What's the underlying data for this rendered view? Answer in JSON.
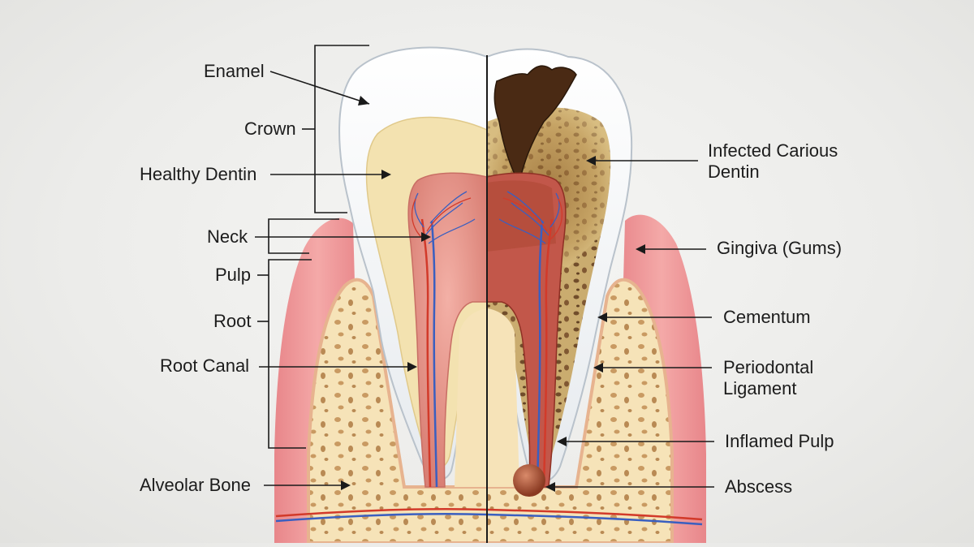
{
  "labels_left": {
    "enamel": "Enamel",
    "crown": "Crown",
    "healthy_dentin": "Healthy Dentin",
    "neck": "Neck",
    "pulp": "Pulp",
    "root": "Root",
    "root_canal": "Root Canal",
    "alveolar_bone": "Alveolar Bone"
  },
  "labels_right": {
    "infected_dentin_line1": "Infected Carious",
    "infected_dentin_line2": "Dentin",
    "gingiva": "Gingiva (Gums)",
    "cementum": "Cementum",
    "periodontal_line1": "Periodontal",
    "periodontal_line2": "Ligament",
    "inflamed_pulp": "Inflamed Pulp",
    "abscess": "Abscess"
  },
  "colors": {
    "enamel": "#f4f6f8",
    "dentin": "#f3e2b0",
    "pulp": "#e79a90",
    "gingiva": "#ef9a9a",
    "bone": "#f6e3b8",
    "decay_dark": "#4a2a14",
    "decay_brown": "#b58a4a",
    "artery": "#d23a2a",
    "vein": "#3a5fc0"
  }
}
